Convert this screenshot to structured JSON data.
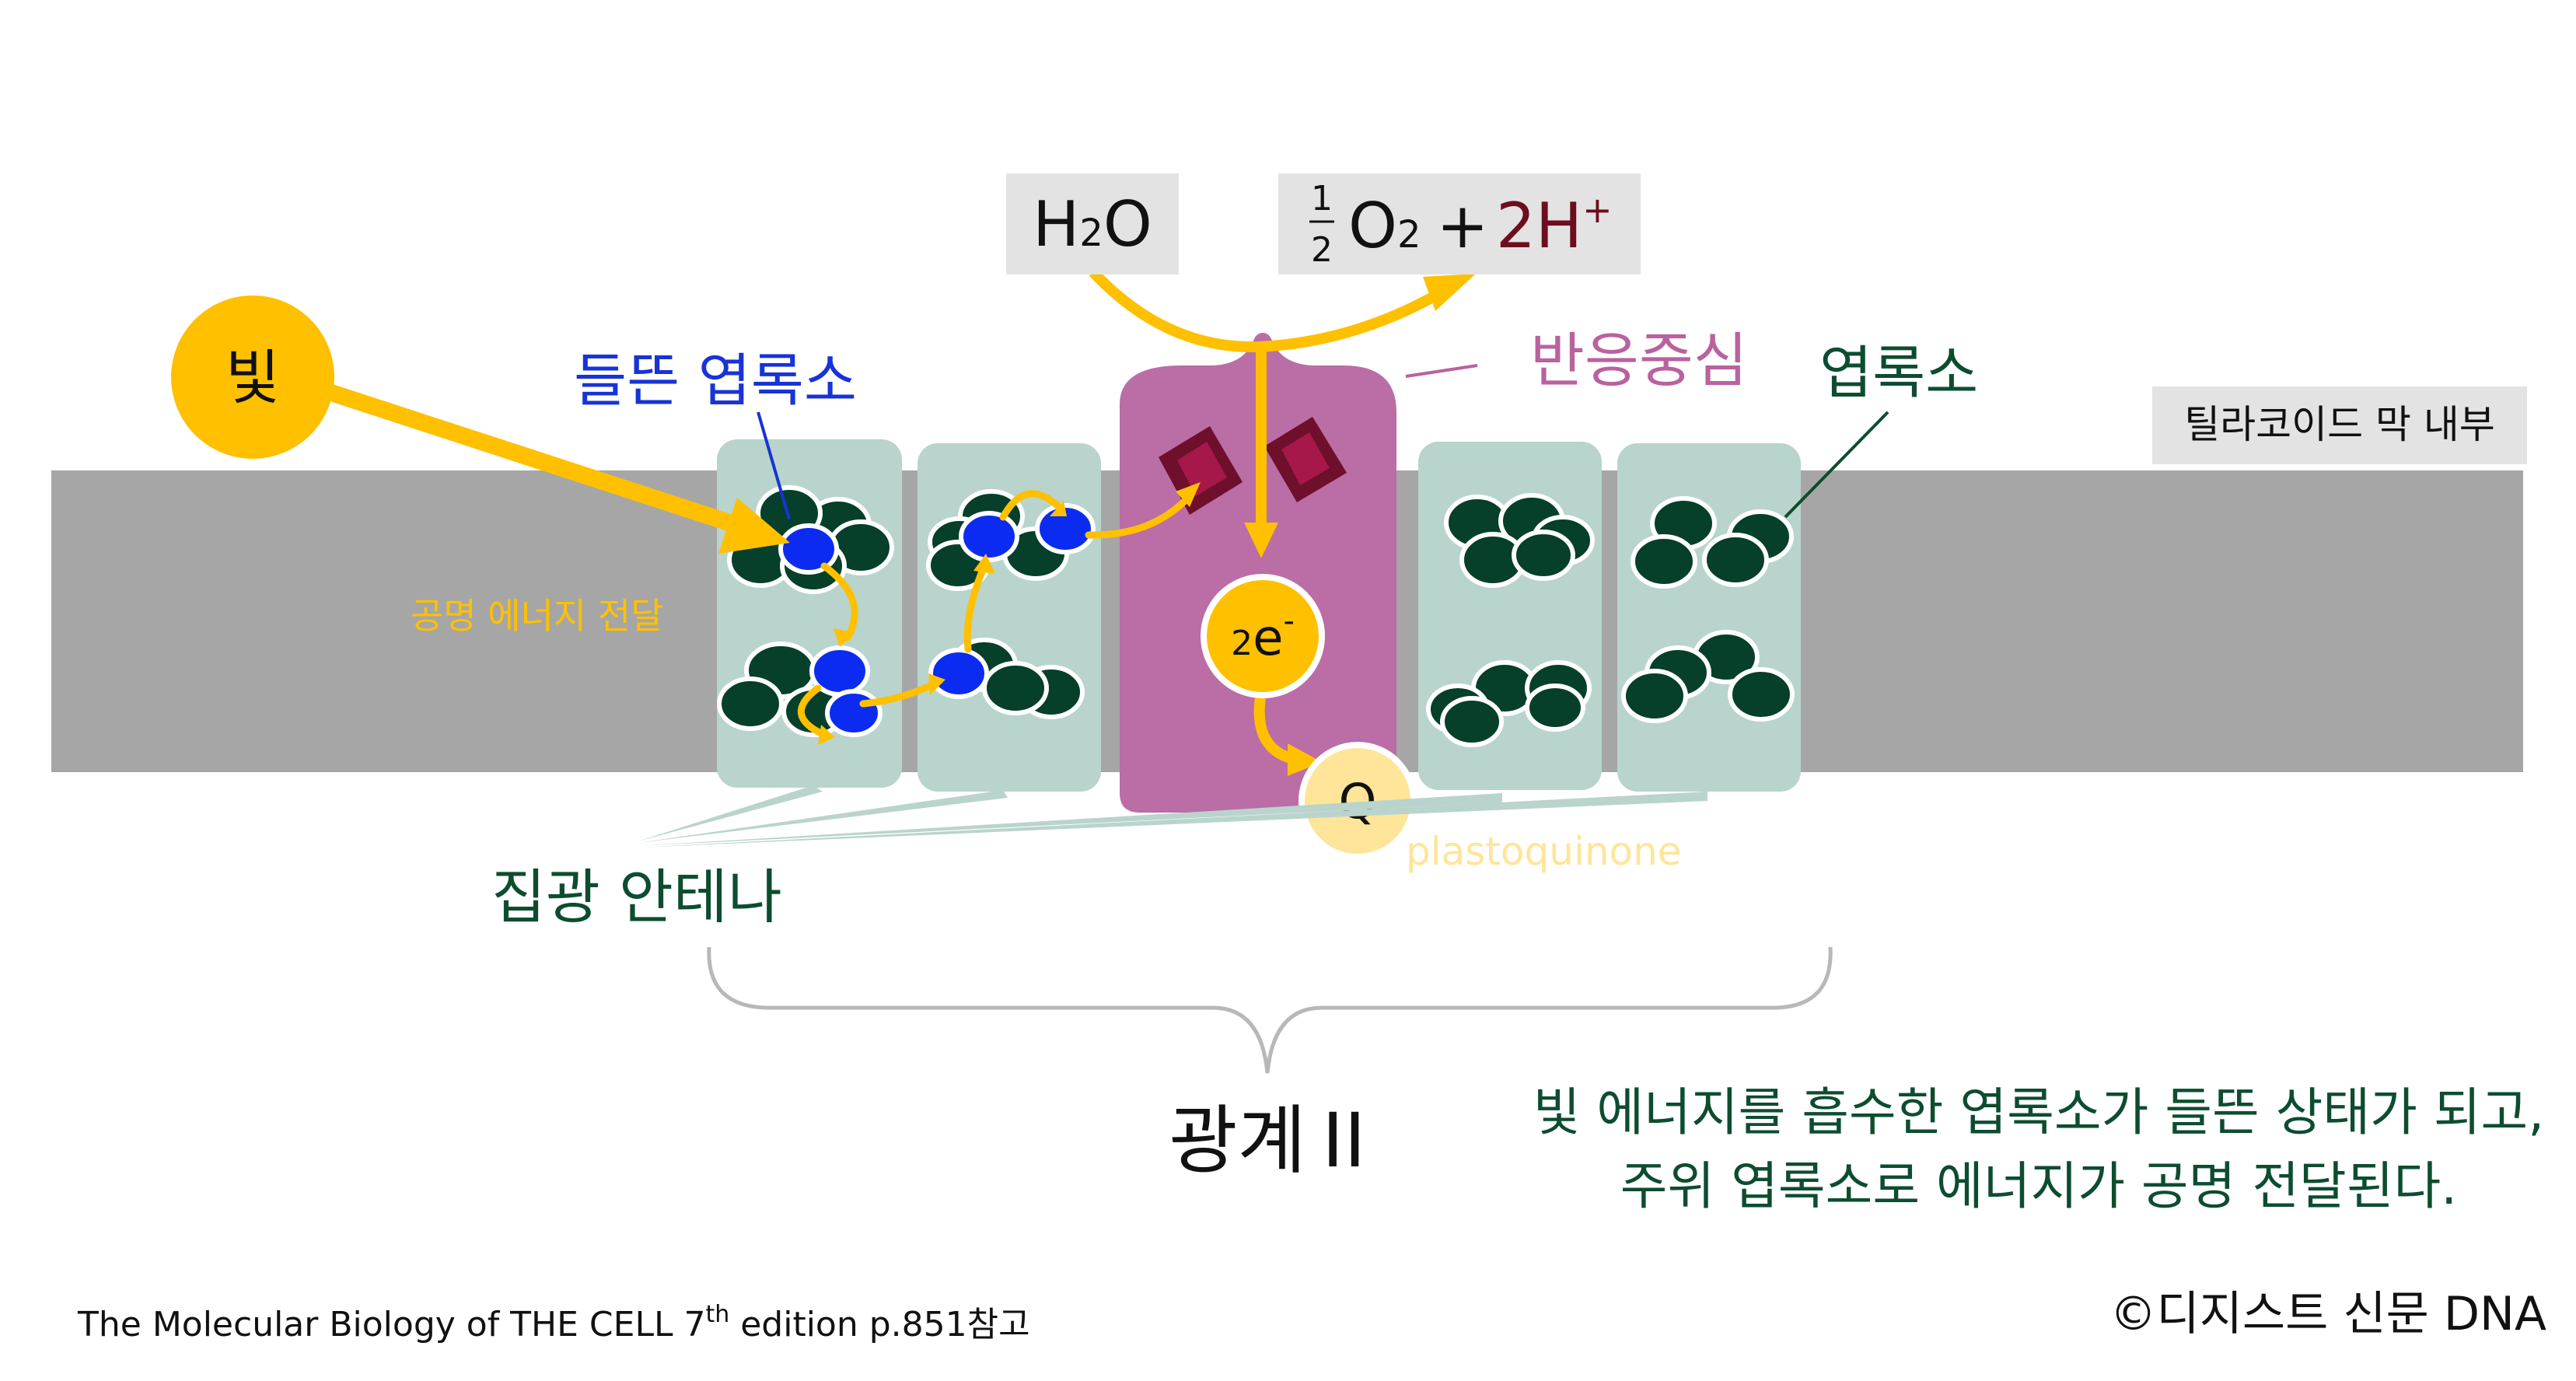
{
  "labels": {
    "light": "빛",
    "excited_chlorophyll": "들뜬 엽록소",
    "resonance_transfer": "공명 에너지 전달",
    "reaction_center": "반응중심",
    "chlorophyll": "엽록소",
    "thylakoid_inside": "틸라코이드 막 내부",
    "antenna": "집광 안테나",
    "photosystem_main": "광계",
    "photosystem_numeral": "II",
    "electrons_coef": "2",
    "electrons_sym": "e",
    "electrons_charge": "-",
    "quinone": "Q",
    "quinone_name": "plastoquinone",
    "water_h": "H",
    "water_2": "2",
    "water_o": "O",
    "oxygen_num": "1",
    "oxygen_den": "2",
    "oxygen_o": "O",
    "oxygen_2": "2",
    "plus": "+",
    "protons": "2H",
    "protons_charge": "+"
  },
  "caption": {
    "line1": "빛 에너지를 흡수한 엽록소가 들뜬 상태가 되고,",
    "line2": "주위 엽록소로 에너지가 공명 전달된다."
  },
  "footer": {
    "source_main": "The Molecular Biology of THE CELL 7",
    "source_sup": "th",
    "source_rest": " edition  p.851참고",
    "copyright": "©디지스트 신문 DNA"
  },
  "colors": {
    "membrane": "#a6a6a6",
    "antenna_box": "#b9d4cd",
    "chlorophyll": "#063f2a",
    "excited": "#0b2cf0",
    "reaction_center": "#bb6da6",
    "pigment_dark": "#6e0f2c",
    "pigment_light": "#a6174a",
    "arrow": "#ffc000",
    "quinone_fill": "#ffe599",
    "label_box": "#e3e3e3",
    "text_green": "#0d4d2f",
    "text_blue": "#1833d6",
    "text_pink": "#b9629e",
    "text_yellow": "#ffc000",
    "text_maroon": "#6e0d1f",
    "brace": "#b8b8b8"
  }
}
